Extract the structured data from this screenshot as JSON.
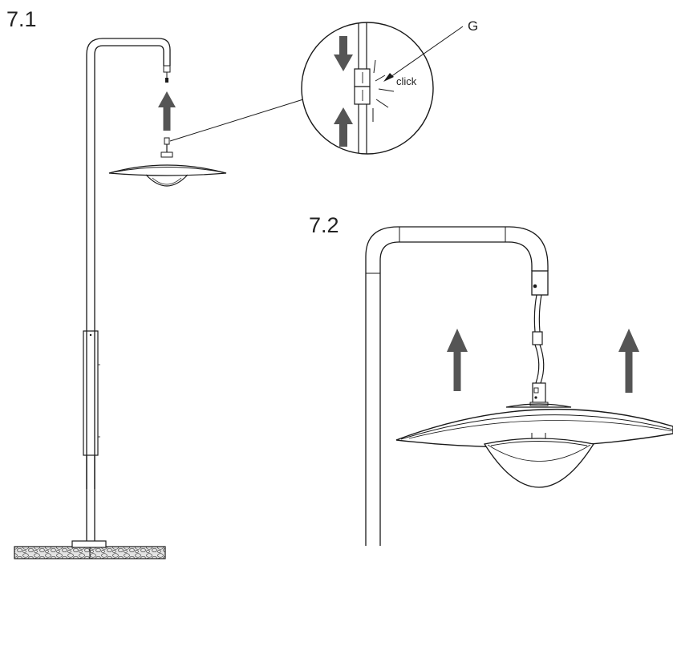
{
  "steps": {
    "step_1": "7.1",
    "step_2": "7.2"
  },
  "callout": {
    "part_letter": "G",
    "sound_label": "click"
  },
  "colors": {
    "line": "#1a1a1a",
    "arrow": "#555555",
    "base_fill": "#d9d9d9"
  }
}
